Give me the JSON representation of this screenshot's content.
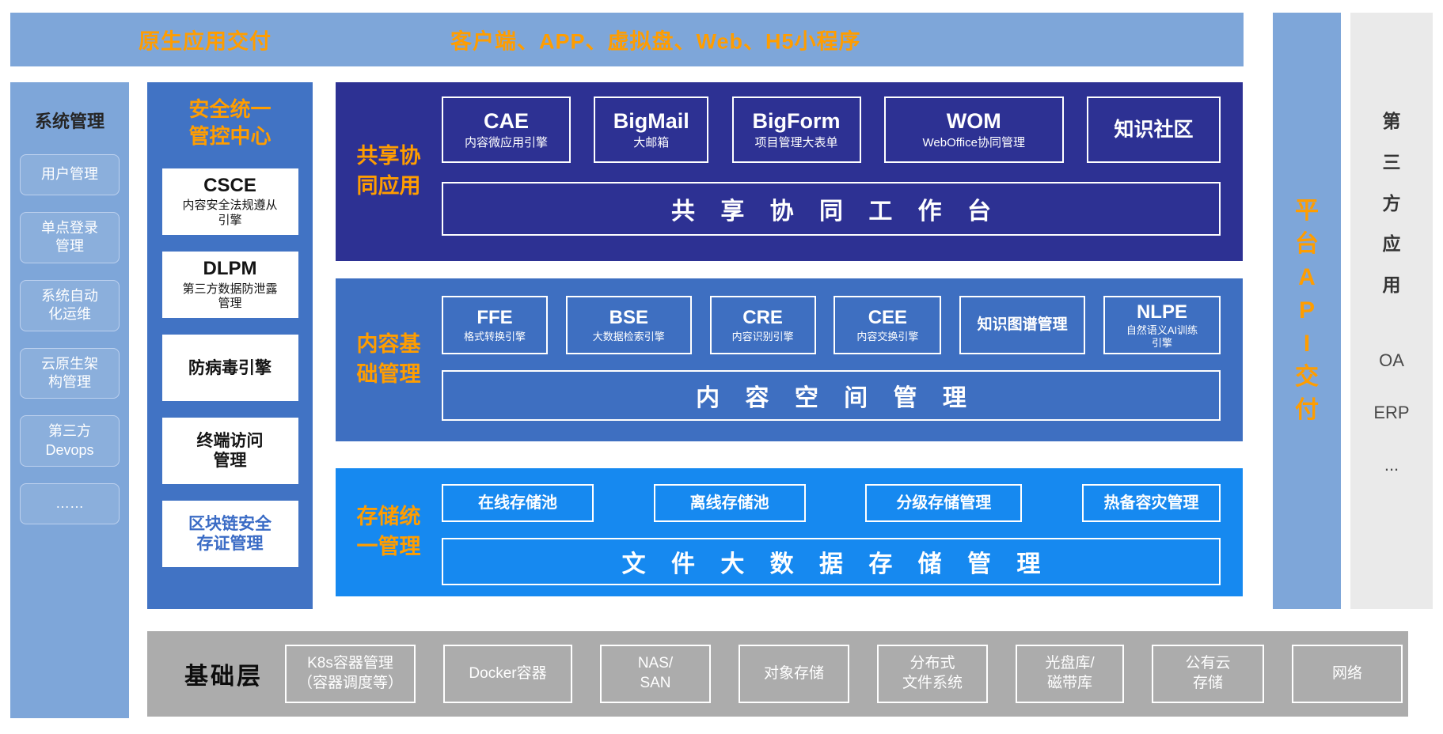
{
  "colors": {
    "light_blue": "#7EA6D9",
    "security_blue": "#4173C4",
    "navy_blue": "#2D3193",
    "mid_blue": "#3E6FC1",
    "bright_blue": "#1689F0",
    "orange": "#FF9D00",
    "panel_gray": "#EAEAEA",
    "base_gray": "#ACACAC"
  },
  "top_banner": {
    "left_label": "原生应用交付",
    "channels_label": "客户端、APP、虚拟盘、Web、H5小程序"
  },
  "system_management": {
    "title": "系统管理",
    "items": [
      "用户管理",
      "单点登录\n管理",
      "系统自动\n化运维",
      "云原生架\n构管理",
      "第三方\nDevops",
      "……"
    ]
  },
  "security_center": {
    "title": "安全统一\n管控中心",
    "modules": [
      {
        "name": "CSCE",
        "desc": "内容安全法规遵从\n引擎"
      },
      {
        "name": "DLPM",
        "desc": "第三方数据防泄露\n管理"
      },
      {
        "name": "防病毒引擎"
      },
      {
        "name": "终端访问\n管理"
      },
      {
        "name": "区块链安全\n存证管理"
      }
    ]
  },
  "collaboration_layer": {
    "label": "共享协\n同应用",
    "modules": [
      {
        "name": "CAE",
        "desc": "内容微应用引擎"
      },
      {
        "name": "BigMail",
        "desc": "大邮箱"
      },
      {
        "name": "BigForm",
        "desc": "项目管理大表单"
      },
      {
        "name": "WOM",
        "desc": "WebOffice协同管理"
      },
      {
        "name": "知识社区"
      }
    ],
    "workbench": "共 享 协 同 工 作 台"
  },
  "content_layer": {
    "label": "内容基\n础管理",
    "modules": [
      {
        "name": "FFE",
        "desc": "格式转换引擎"
      },
      {
        "name": "BSE",
        "desc": "大数据检索引擎"
      },
      {
        "name": "CRE",
        "desc": "内容识别引擎"
      },
      {
        "name": "CEE",
        "desc": "内容交换引擎"
      },
      {
        "name": "知识图谱管理"
      },
      {
        "name": "NLPE",
        "desc": "自然语义AI训练\n引擎"
      }
    ],
    "workbench": "内 容 空 间 管 理"
  },
  "storage_layer": {
    "label": "存储统\n一管理",
    "modules": [
      {
        "name": "在线存储池"
      },
      {
        "name": "离线存储池"
      },
      {
        "name": "分级存储管理"
      },
      {
        "name": "热备容灾管理"
      }
    ],
    "workbench": "文 件 大 数 据 存 储 管 理"
  },
  "platform_api": {
    "label": "平台API交付",
    "chars": [
      "平",
      "台",
      "A",
      "P",
      "I",
      "交",
      "付"
    ]
  },
  "third_party": {
    "title": "第三方应用",
    "title_chars": [
      "第",
      "三",
      "方",
      "应",
      "用"
    ],
    "items": [
      "OA",
      "ERP",
      "..."
    ]
  },
  "base_layer": {
    "title": "基础层",
    "items": [
      "K8s容器管理\n（容器调度等）",
      "Docker容器",
      "NAS/\nSAN",
      "对象存储",
      "分布式\n文件系统",
      "光盘库/\n磁带库",
      "公有云\n存储",
      "网络"
    ]
  }
}
